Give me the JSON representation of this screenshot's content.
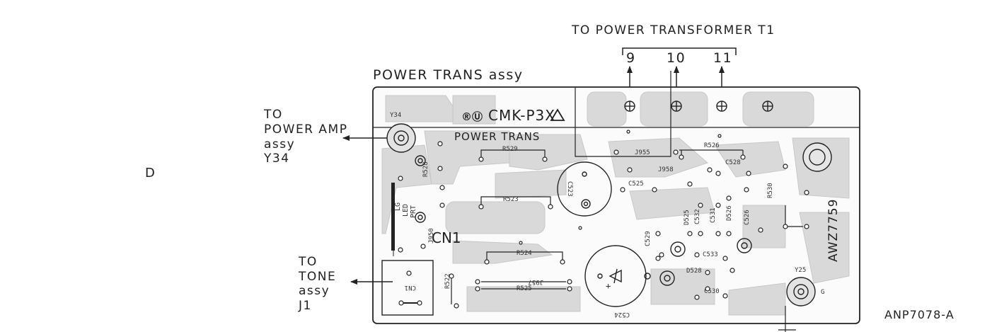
{
  "margin_letter": "D",
  "header": {
    "transformer_label": "TO POWER TRANSFORMER T1",
    "pins": [
      "9",
      "10",
      "11"
    ]
  },
  "board": {
    "title": "POWER TRANS assy",
    "part_number": "AWZ7759",
    "cmk": "CMK-P3X",
    "section": "POWER TRANS",
    "cn1": "CN1",
    "led": [
      "LG",
      "LED",
      "PRT"
    ]
  },
  "left_labels": {
    "power_amp": [
      "TO",
      "POWER AMP",
      "assy",
      "Y34"
    ],
    "tone": [
      "TO",
      "TONE",
      "assy",
      "J1"
    ]
  },
  "components": {
    "Y34": "Y34",
    "R529": "R529",
    "R528": "R528",
    "J955": "J955",
    "J958": "J958",
    "C528": "C528",
    "R523": "R523",
    "C525": "C525",
    "R530": "R530",
    "C523": "C523",
    "D525": "D525",
    "C532": "C532",
    "C531": "C531",
    "D526": "D526",
    "C526": "C526",
    "C529": "C529",
    "R524": "R524",
    "C533": "C533",
    "D528": "D528",
    "R522": "R522",
    "R525": "R525",
    "J957": "J957",
    "C530": "C530",
    "C524": "C524",
    "Y25": "Y25",
    "R526": "R526",
    "J950": "J950",
    "CN1_small": "CN1"
  },
  "footer": {
    "code": "ANP7078-A"
  }
}
